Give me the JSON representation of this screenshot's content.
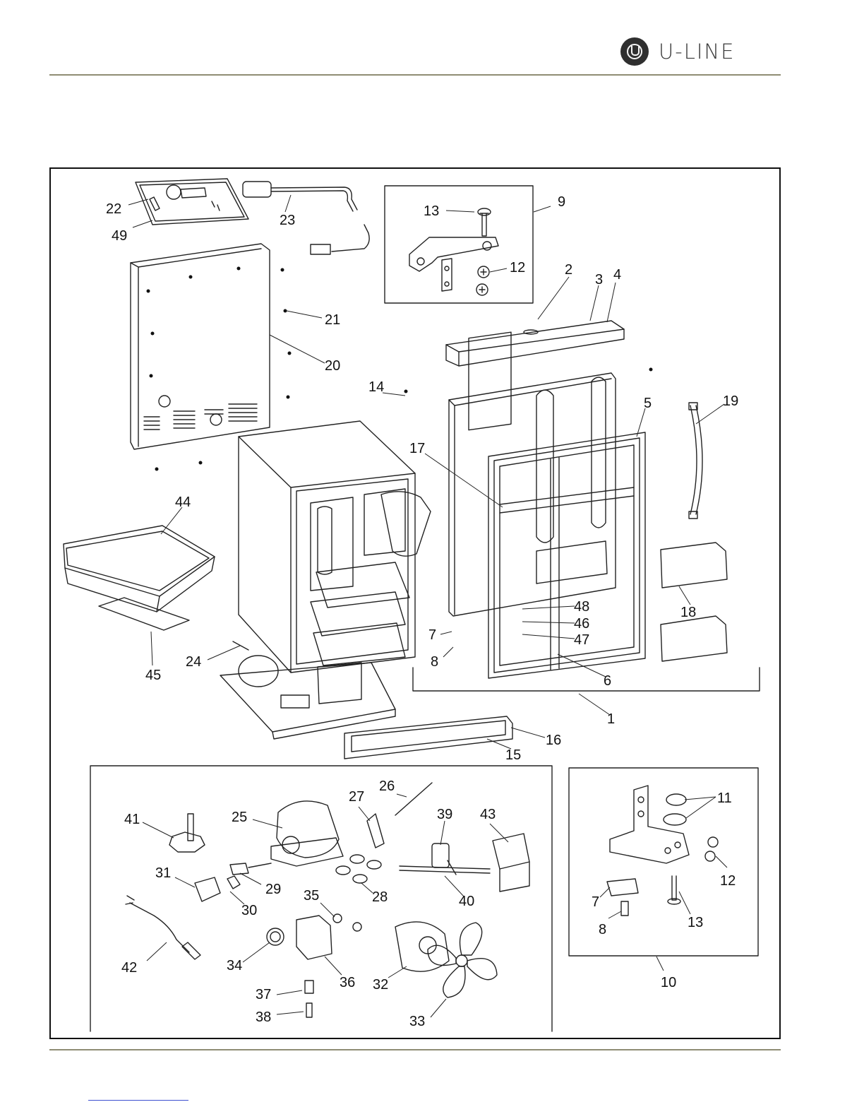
{
  "brand": {
    "logo_text": "U-LINE"
  },
  "colors": {
    "rule": "#8f8d74",
    "line": "#222222",
    "frame": "#111111"
  },
  "callouts": [
    {
      "id": "c22",
      "text": "22"
    },
    {
      "id": "c49",
      "text": "49"
    },
    {
      "id": "c23",
      "text": "23"
    },
    {
      "id": "c13a",
      "text": "13"
    },
    {
      "id": "c9",
      "text": "9"
    },
    {
      "id": "c12a",
      "text": "12"
    },
    {
      "id": "c2",
      "text": "2"
    },
    {
      "id": "c3",
      "text": "3"
    },
    {
      "id": "c4",
      "text": "4"
    },
    {
      "id": "c21",
      "text": "21"
    },
    {
      "id": "c20",
      "text": "20"
    },
    {
      "id": "c14",
      "text": "14"
    },
    {
      "id": "c5",
      "text": "5"
    },
    {
      "id": "c19",
      "text": "19"
    },
    {
      "id": "c17",
      "text": "17"
    },
    {
      "id": "c44",
      "text": "44"
    },
    {
      "id": "c48",
      "text": "48"
    },
    {
      "id": "c46",
      "text": "46"
    },
    {
      "id": "c47",
      "text": "47"
    },
    {
      "id": "c18",
      "text": "18"
    },
    {
      "id": "c7a",
      "text": "7"
    },
    {
      "id": "c8a",
      "text": "8"
    },
    {
      "id": "c24",
      "text": "24"
    },
    {
      "id": "c45",
      "text": "45"
    },
    {
      "id": "c6",
      "text": "6"
    },
    {
      "id": "c1",
      "text": "1"
    },
    {
      "id": "c16",
      "text": "16"
    },
    {
      "id": "c15",
      "text": "15"
    },
    {
      "id": "c26",
      "text": "26"
    },
    {
      "id": "c27",
      "text": "27"
    },
    {
      "id": "c41",
      "text": "41"
    },
    {
      "id": "c25",
      "text": "25"
    },
    {
      "id": "c39",
      "text": "39"
    },
    {
      "id": "c43",
      "text": "43"
    },
    {
      "id": "c31",
      "text": "31"
    },
    {
      "id": "c29",
      "text": "29"
    },
    {
      "id": "c30",
      "text": "30"
    },
    {
      "id": "c28",
      "text": "28"
    },
    {
      "id": "c40",
      "text": "40"
    },
    {
      "id": "c35",
      "text": "35"
    },
    {
      "id": "c42",
      "text": "42"
    },
    {
      "id": "c34",
      "text": "34"
    },
    {
      "id": "c36",
      "text": "36"
    },
    {
      "id": "c32",
      "text": "32"
    },
    {
      "id": "c37",
      "text": "37"
    },
    {
      "id": "c38",
      "text": "38"
    },
    {
      "id": "c33",
      "text": "33"
    },
    {
      "id": "c11",
      "text": "11"
    },
    {
      "id": "c12b",
      "text": "12"
    },
    {
      "id": "c7b",
      "text": "7"
    },
    {
      "id": "c13b",
      "text": "13"
    },
    {
      "id": "c8b",
      "text": "8"
    },
    {
      "id": "c10",
      "text": "10"
    }
  ]
}
